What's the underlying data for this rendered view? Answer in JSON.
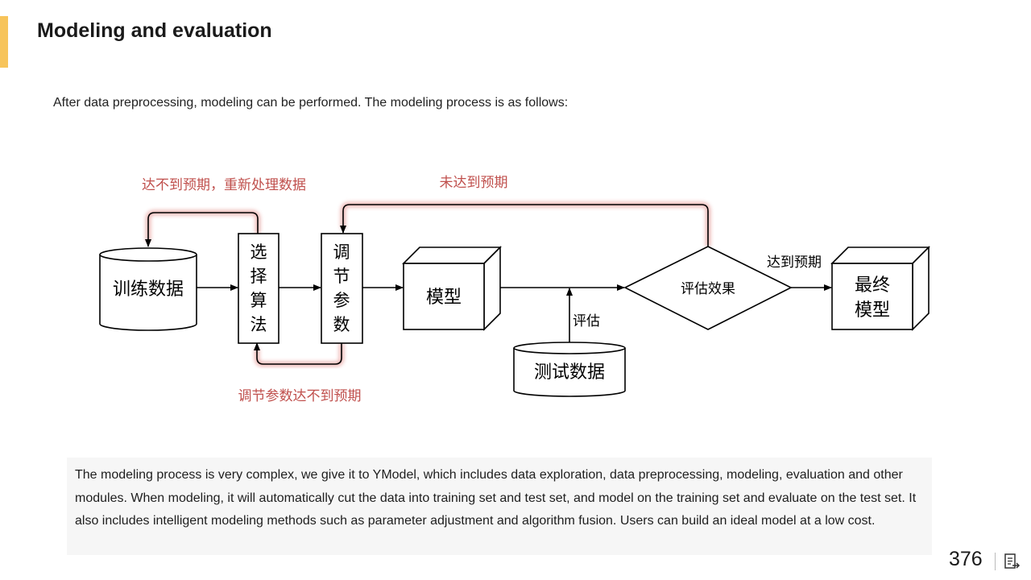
{
  "header": {
    "title": "Modeling and evaluation"
  },
  "intro": "After data preprocessing, modeling can be performed. The modeling process is as follows:",
  "diagram": {
    "nodes": {
      "training_data": "训练数据",
      "select_algorithm": [
        "选",
        "择",
        "算",
        "法"
      ],
      "tune_params": [
        "调",
        "节",
        "参",
        "数"
      ],
      "model": "模型",
      "evaluate_effect": "评估效果",
      "final_model": [
        "最终",
        "模型"
      ],
      "test_data": "测试数据"
    },
    "edge_labels": {
      "reprocess": "达不到预期，重新处理数据",
      "not_reached": "未达到预期",
      "tune_not_reached": "调节参数达不到预期",
      "evaluate": "评估",
      "reached": "达到预期"
    },
    "colors": {
      "feedback_text": "#c0504d",
      "glow": "#e79b98",
      "stroke": "#000000"
    }
  },
  "description": "The modeling process is very complex, we give it to YModel, which includes data exploration, data preprocessing, modeling, evaluation and other modules. When modeling, it will automatically cut the data into training set and test set, and model on the training set and evaluate on the test set. It also includes intelligent modeling methods such as parameter adjustment and algorithm fusion. Users can build an ideal model at a low cost.",
  "footer": {
    "page_number": "376",
    "icon": "export-icon"
  }
}
